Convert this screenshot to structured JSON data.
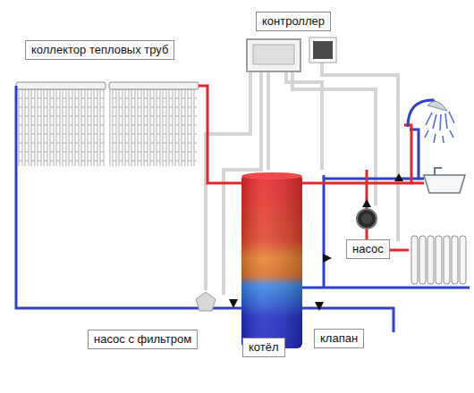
{
  "diagram": {
    "nodes": [
      {
        "text": [
          "коллектор тепловых труб"
        ]
      },
      {
        "text": [
          "контроллер"
        ]
      },
      {
        "text": [
          "насос"
        ]
      },
      {
        "text": [
          "насос с фильтром"
        ]
      },
      {
        "text": [
          "котёл"
        ]
      },
      {
        "text": [
          "клапан"
        ]
      }
    ]
  }
}
